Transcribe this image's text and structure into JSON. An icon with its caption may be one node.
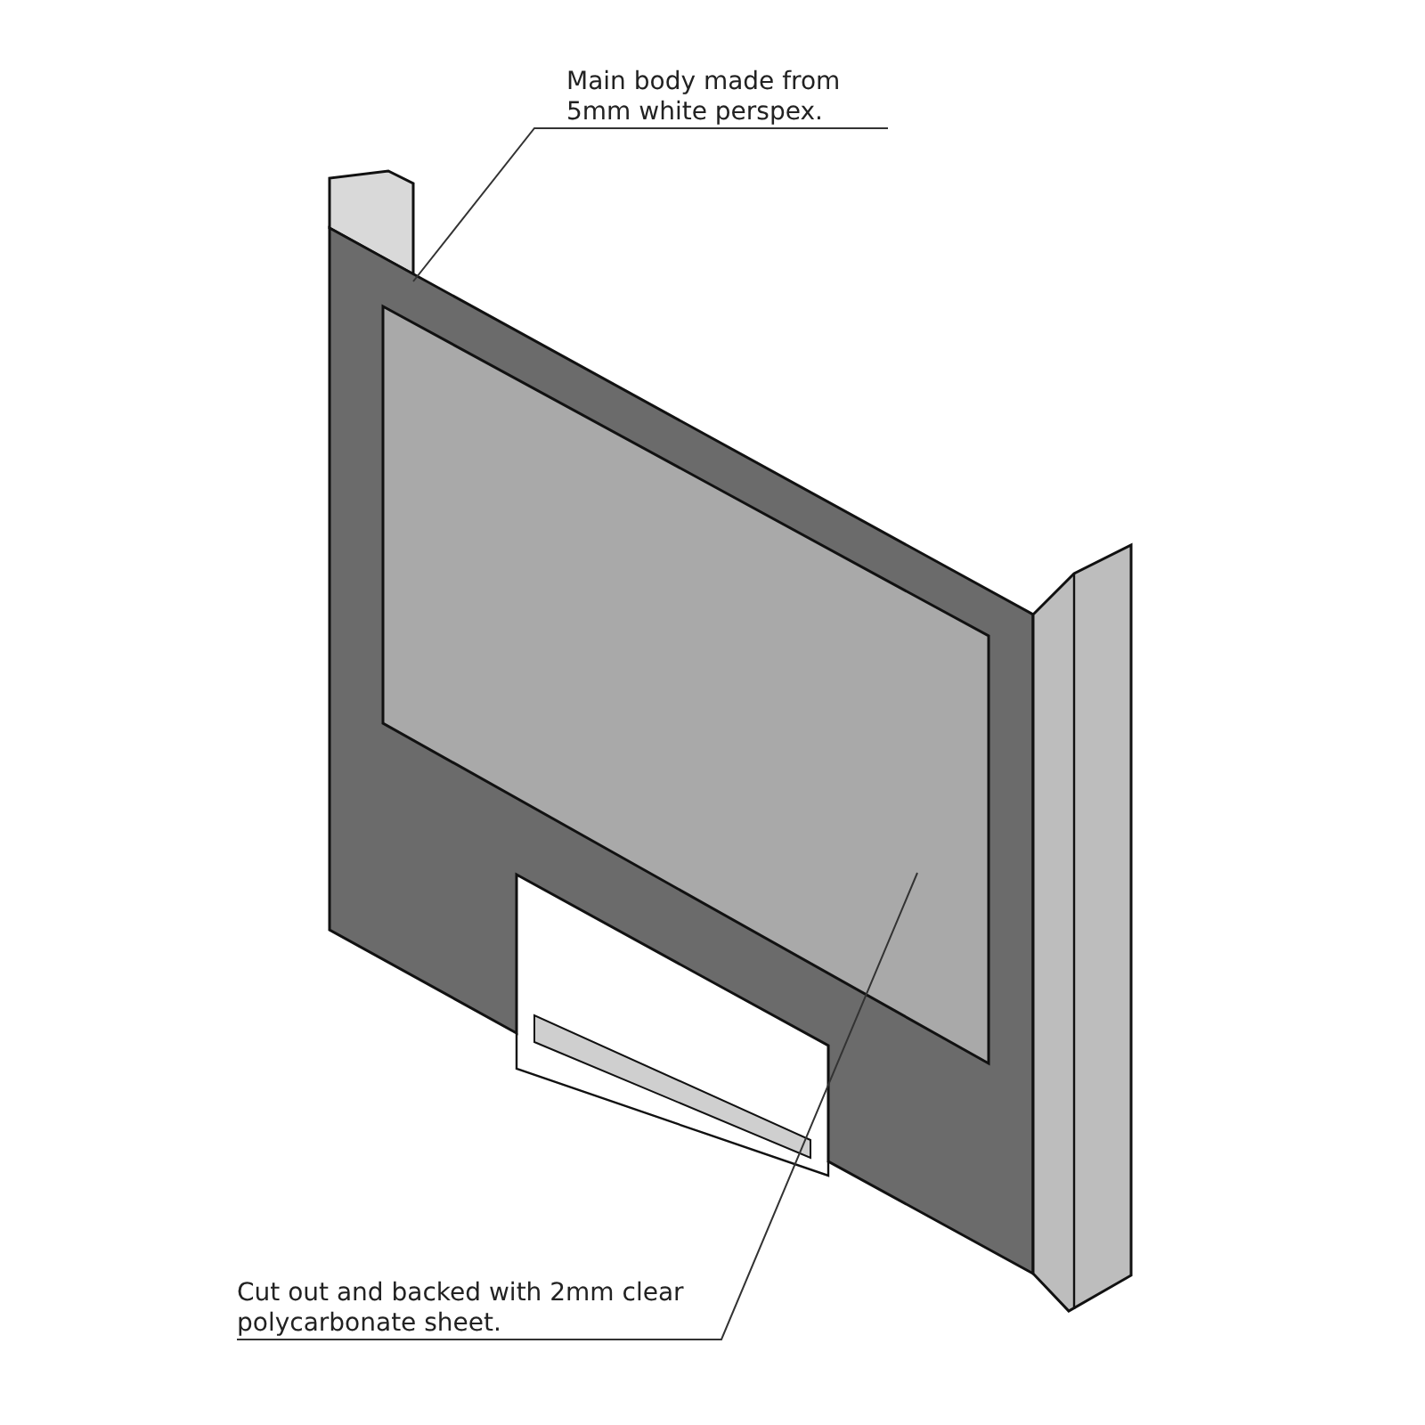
{
  "diagram": {
    "nodes": [
      {
        "text": [
          "Main body made from 5mm white perspex."
        ]
      },
      {
        "text": [],
        "shape": "picture"
      },
      {
        "text": [
          "Cut out and backed with 2mm clear polycarbonate sheet."
        ]
      },
      {
        "text": [],
        "shape": "box",
        "in": 1
      }
    ],
    "edges": [
      {
        "from": 0,
        "to": 1,
        "arrow": "none"
      },
      {
        "from": 2,
        "to": 3,
        "arrow": "none"
      }
    ]
  }
}
